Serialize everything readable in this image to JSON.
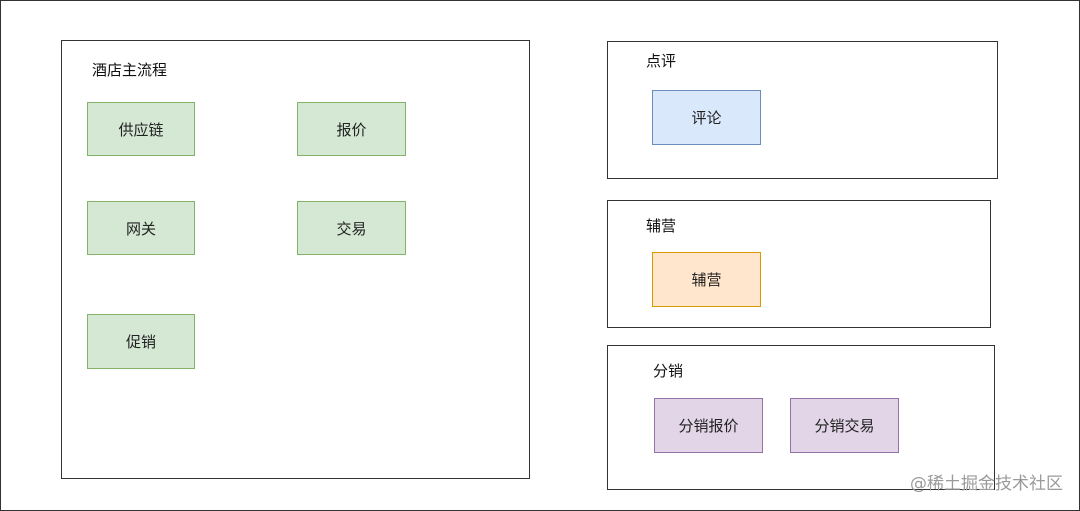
{
  "groups": {
    "hotel_main": {
      "title": "酒店主流程",
      "nodes": [
        "供应链",
        "报价",
        "网关",
        "交易",
        "促销"
      ]
    },
    "review": {
      "title": "点评",
      "nodes": [
        "评论"
      ]
    },
    "aux_ops": {
      "title": "辅营",
      "nodes": [
        "辅营"
      ]
    },
    "distribution": {
      "title": "分销",
      "nodes": [
        "分销报价",
        "分销交易"
      ]
    }
  },
  "watermark": "@稀土掘金技术社区",
  "colors": {
    "green_fill": "#d5e8d4",
    "blue_fill": "#dae8fc",
    "orange_fill": "#ffe6cc",
    "purple_fill": "#e1d5e7"
  }
}
